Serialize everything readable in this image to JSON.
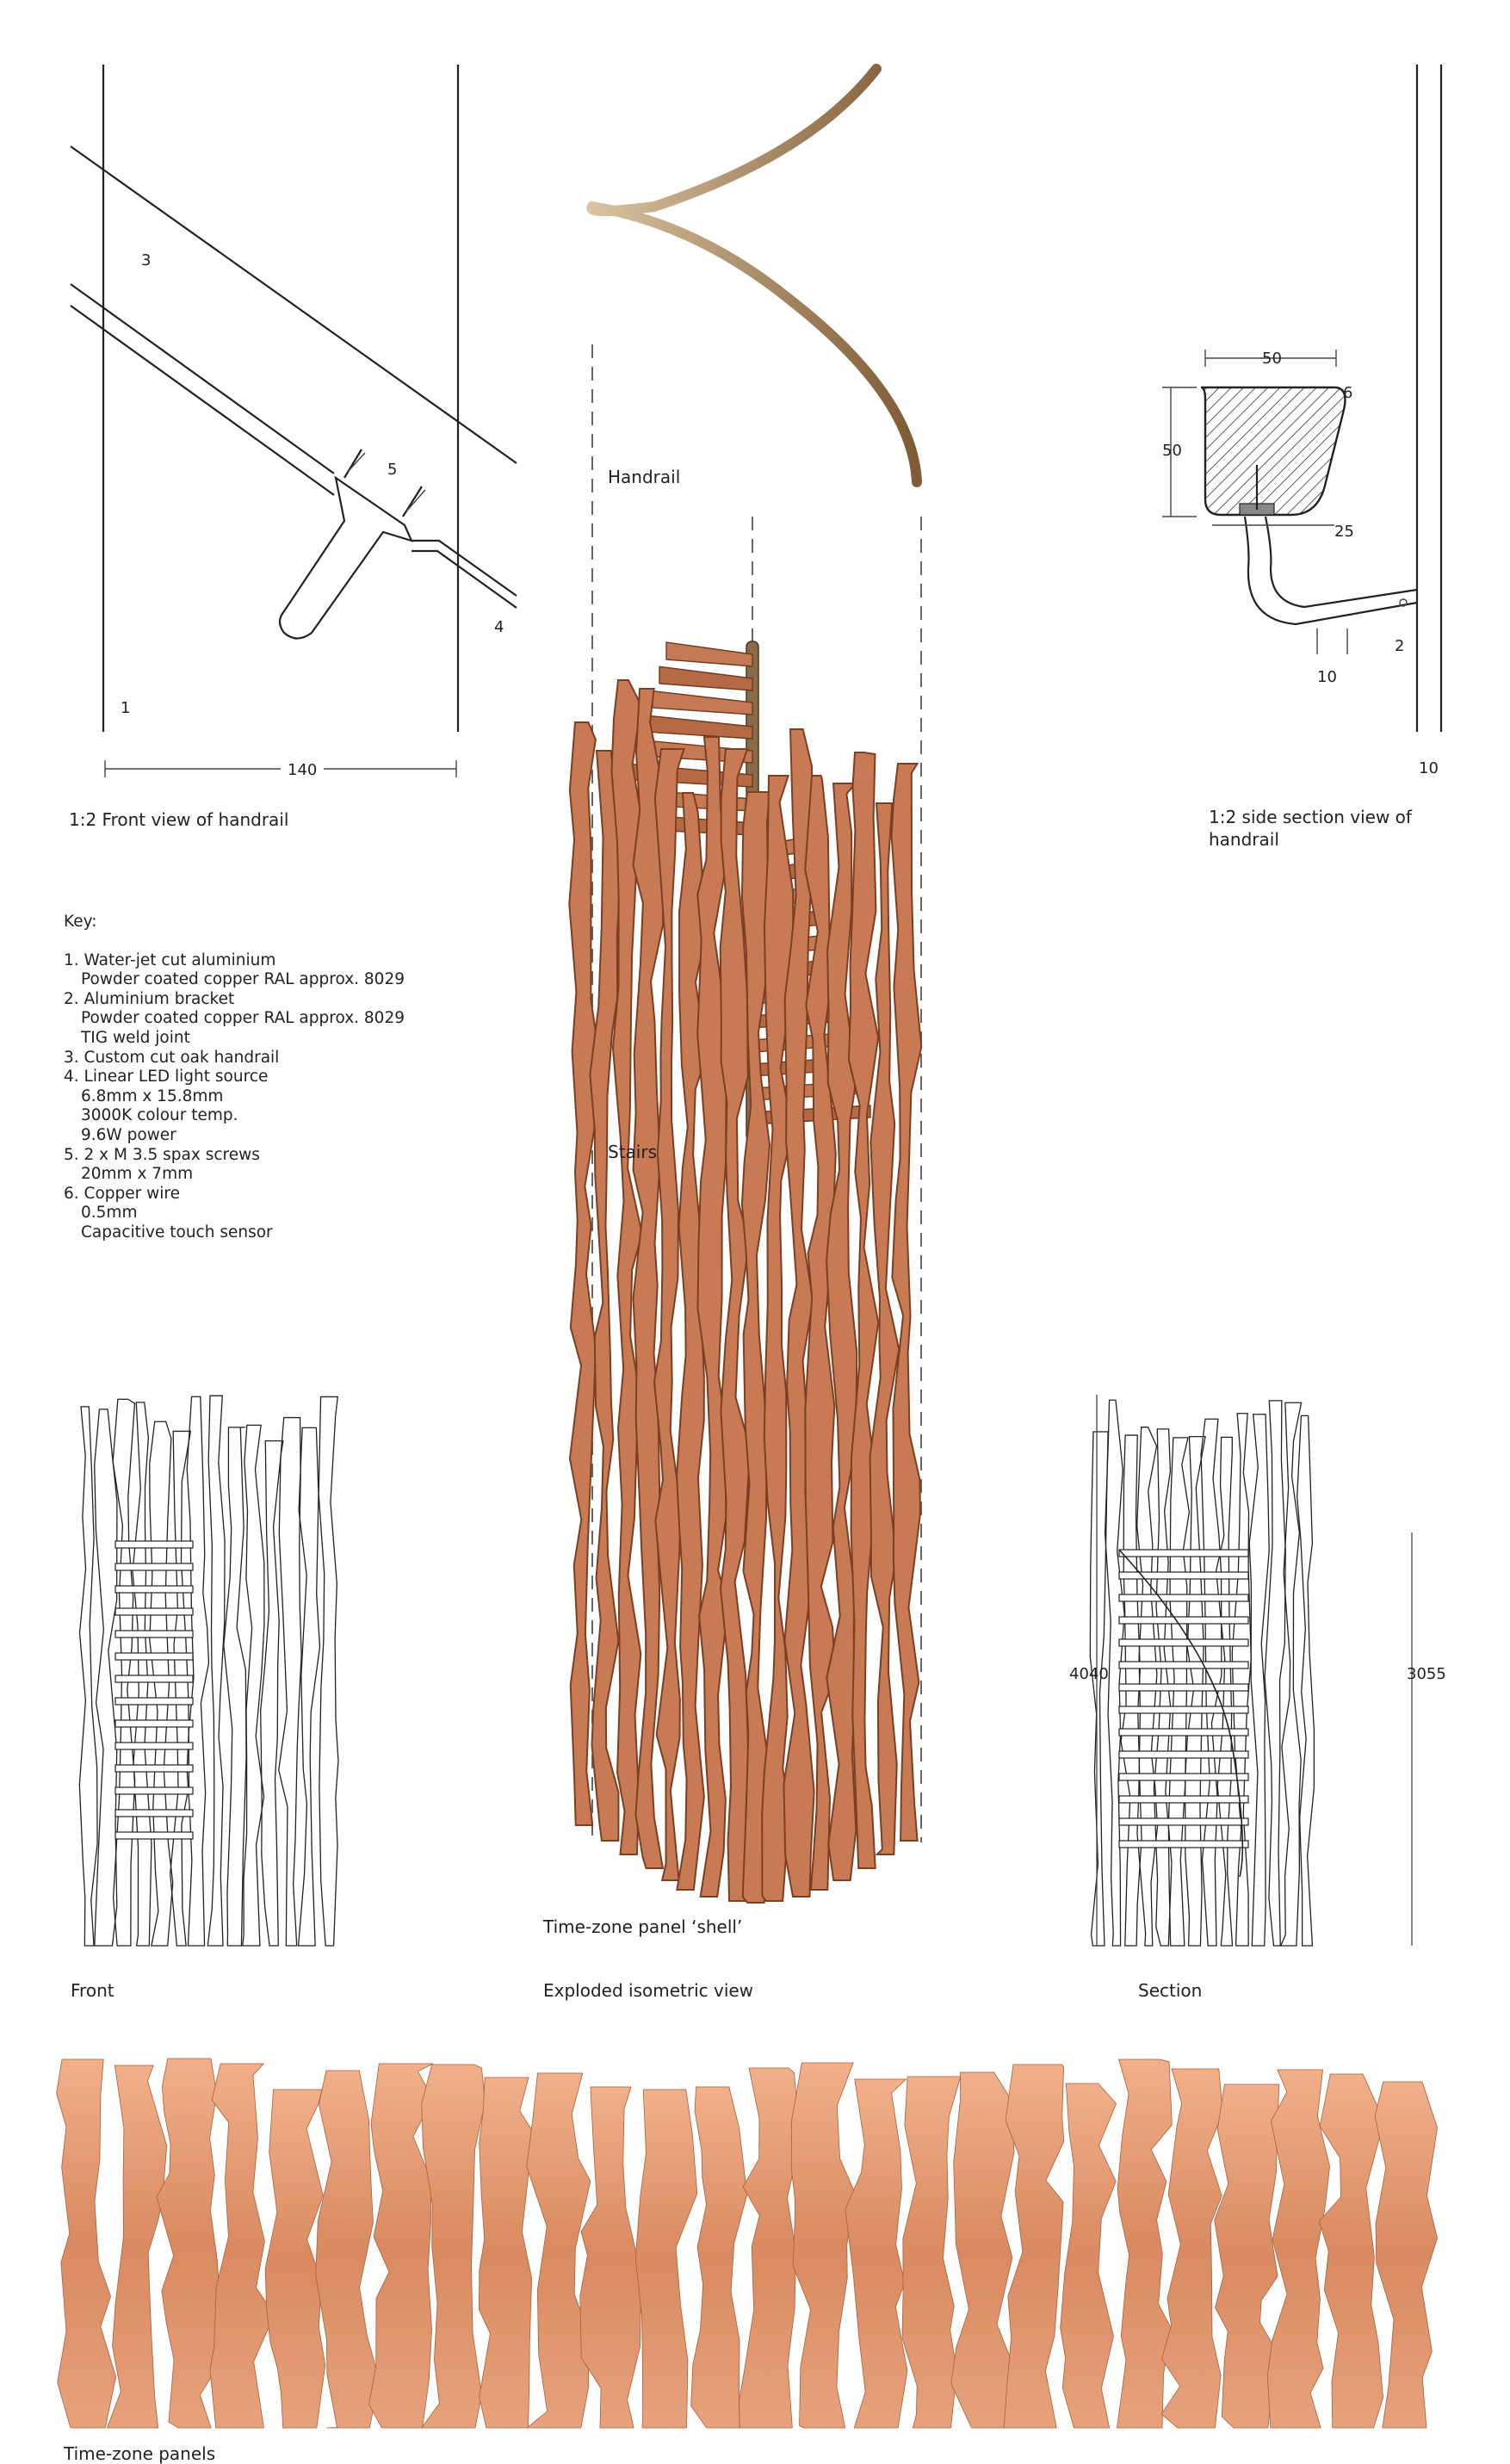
{
  "front_view": {
    "caption": "1:2 Front view of handrail",
    "labels": {
      "n1": "1",
      "n3": "3",
      "n4": "4",
      "n5": "5"
    },
    "dim_width": "140"
  },
  "side_section": {
    "caption": "1:2 side section view of handrail",
    "labels": {
      "w50": "50",
      "h50": "50",
      "n6": "6",
      "d25": "25",
      "n2": "2",
      "d10a": "10",
      "d10b": "10"
    }
  },
  "exploded": {
    "handrail_label": "Handrail",
    "stairs_label": "Stairs",
    "shell_label": "Time-zone panel ‘shell’",
    "caption": "Exploded isometric view"
  },
  "key": {
    "title": "Key:",
    "items": [
      "1. Water-jet cut aluminium",
      "Powder coated copper RAL approx. 8029",
      "2. Aluminium bracket",
      "Powder coated copper RAL approx. 8029",
      "TIG weld joint",
      "3. Custom cut oak handrail",
      "4. Linear LED light source",
      "6.8mm x 15.8mm",
      "3000K colour temp.",
      "9.6W power",
      "5. 2 x M 3.5 spax screws",
      "20mm x 7mm",
      "6. Copper wire",
      "0.5mm",
      "Capacitive touch sensor"
    ]
  },
  "front_elev": {
    "caption": "Front"
  },
  "section_elev": {
    "caption": "Section",
    "height_total": "4040",
    "height_inner": "3055"
  },
  "panels": {
    "caption": "Time-zone panels"
  },
  "colors": {
    "copper": "#c87a55",
    "copper_dark": "#7b3f22",
    "oak": "#a8835a"
  }
}
